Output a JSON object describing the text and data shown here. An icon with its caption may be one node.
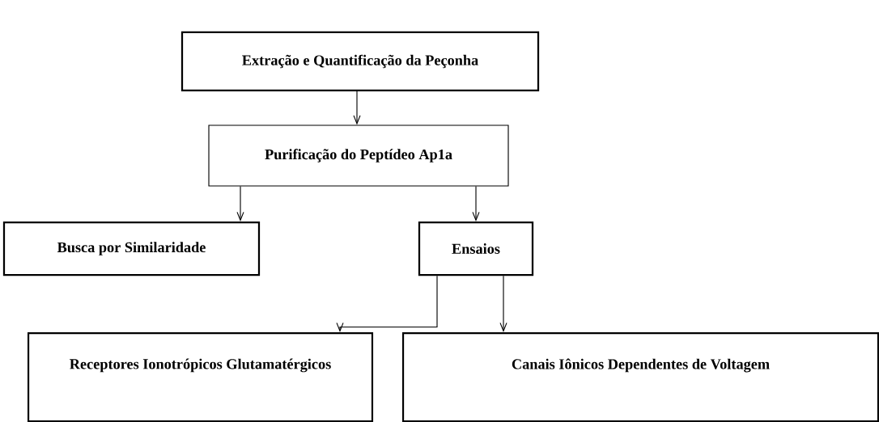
{
  "diagram": {
    "nodes": [
      {
        "text": [
          "Extração e Quantificação da Peçonha"
        ]
      },
      {
        "text": [
          "Purificação do Peptídeo Ap1a"
        ]
      },
      {
        "text": [
          "Busca por Similaridade"
        ]
      },
      {
        "text": [
          "Ensaios"
        ]
      },
      {
        "text": [
          "Receptores Ionotrópicos Glutamatérgicos"
        ]
      },
      {
        "text": [
          "Canais Iônicos Dependentes de Voltagem"
        ]
      }
    ],
    "edges": [
      {
        "from": 0,
        "to": 1,
        "arrow": "to"
      },
      {
        "from": 1,
        "to": 2,
        "arrow": "to"
      },
      {
        "from": 1,
        "to": 3,
        "arrow": "to"
      },
      {
        "from": 3,
        "to": 4,
        "arrow": "to"
      },
      {
        "from": 3,
        "to": 5,
        "arrow": "to"
      }
    ]
  }
}
